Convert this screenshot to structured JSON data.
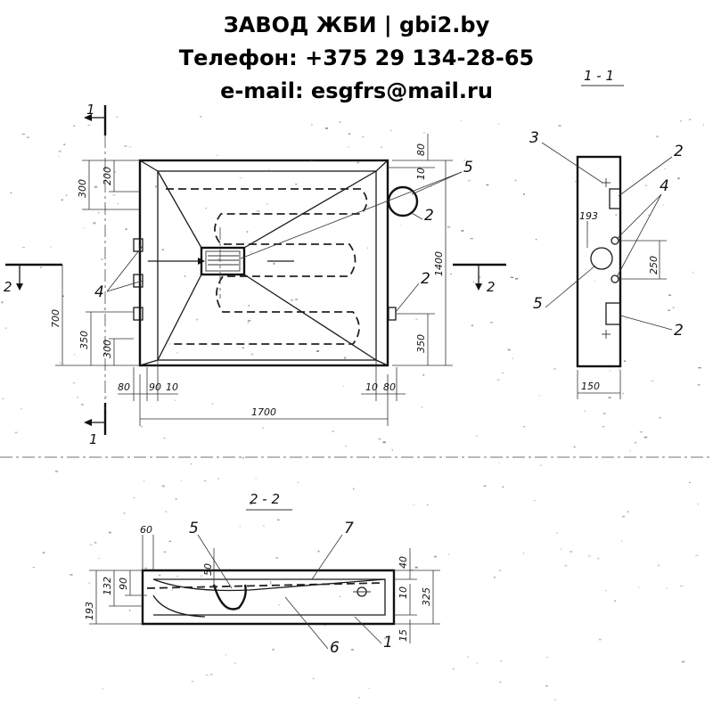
{
  "header": {
    "line1": "ЗАВОД ЖБИ | gbi2.by",
    "line2": "Телефон: +375 29 134-28-65",
    "line3": "e-mail: esgfrs@mail.ru"
  },
  "plan_view": {
    "width_dim": "1700",
    "height_dim": "1400",
    "left_dims": [
      "300",
      "200",
      "700",
      "350",
      "300"
    ],
    "right_dims": [
      "80",
      "10",
      "350"
    ],
    "bottom_dims": [
      "80",
      "90",
      "10",
      "10",
      "80"
    ],
    "cut_labels": [
      "1",
      "1",
      "2",
      "2"
    ],
    "callouts": [
      "5",
      "2",
      "4",
      "2"
    ]
  },
  "section_1_1": {
    "title": "1 - 1",
    "dims": [
      "193",
      "250",
      "150"
    ],
    "callouts": [
      "3",
      "2",
      "4",
      "5",
      "2"
    ]
  },
  "section_2_2": {
    "title": "2 - 2",
    "left_dims": [
      "60",
      "193",
      "132",
      "90"
    ],
    "top_dims": [
      "50"
    ],
    "right_dims": [
      "40",
      "10",
      "325",
      "15"
    ],
    "callouts": [
      "5",
      "7",
      "6",
      "1"
    ]
  }
}
